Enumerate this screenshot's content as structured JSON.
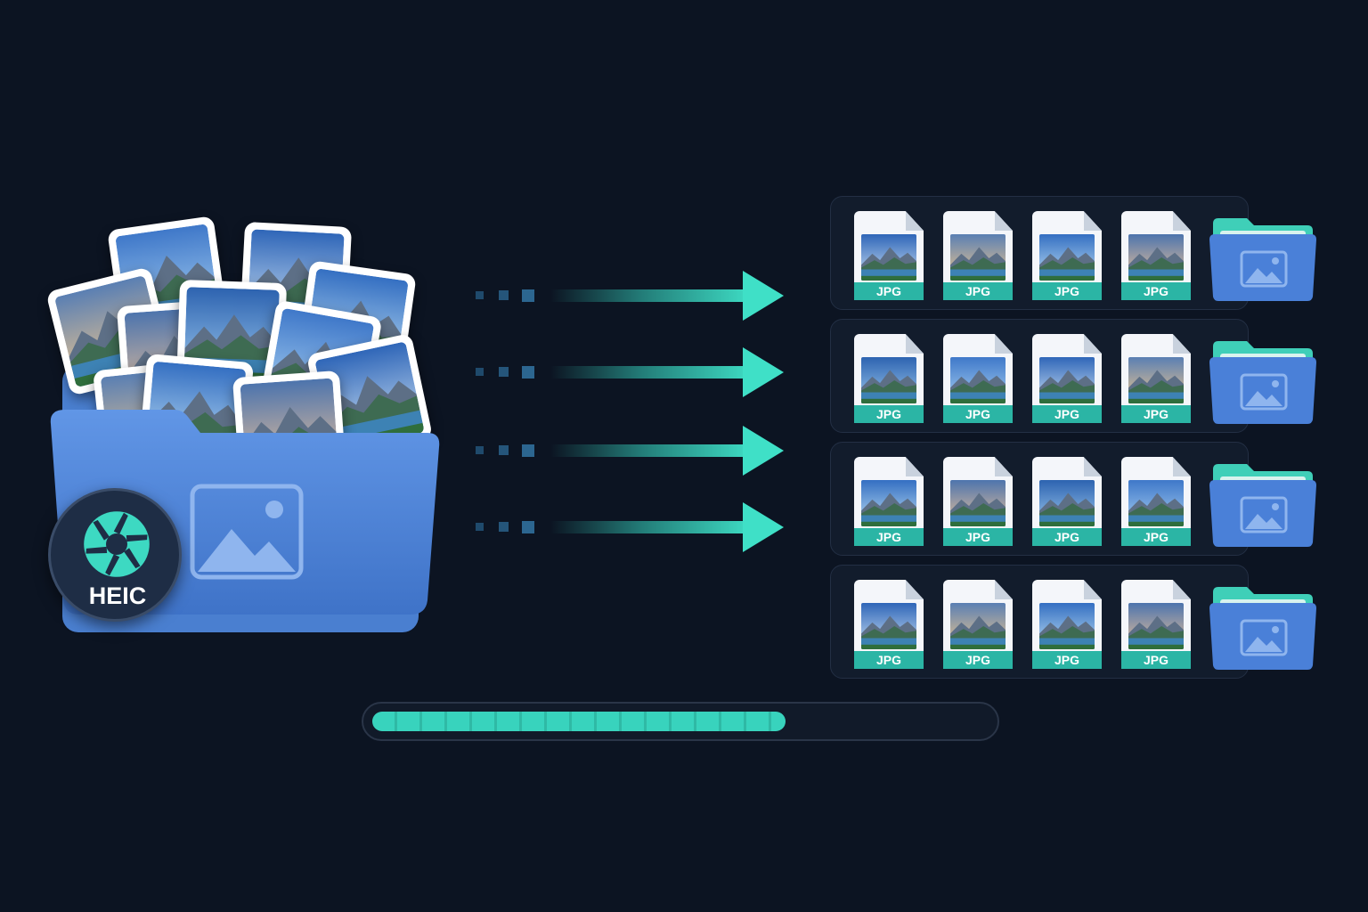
{
  "source": {
    "badge_label": "HEIC",
    "badge_icon": "aperture-icon",
    "folder_icon": "image-icon"
  },
  "outputs": {
    "file_label": "JPG",
    "rows": [
      {
        "files": [
          "JPG",
          "JPG",
          "JPG",
          "JPG"
        ],
        "folder_icon": "image-folder-icon"
      },
      {
        "files": [
          "JPG",
          "JPG",
          "JPG",
          "JPG"
        ],
        "folder_icon": "image-folder-icon"
      },
      {
        "files": [
          "JPG",
          "JPG",
          "JPG",
          "JPG"
        ],
        "folder_icon": "image-folder-icon"
      },
      {
        "files": [
          "JPG",
          "JPG",
          "JPG",
          "JPG"
        ],
        "folder_icon": "image-folder-icon"
      }
    ]
  },
  "progress": {
    "value": 0.67
  },
  "colors": {
    "background": "#0c1422",
    "accent": "#3fe0c7",
    "folder_blue": "#4a7fd0",
    "badge_bg": "#1e2d45",
    "jpg_band": "#2bb5a5"
  }
}
